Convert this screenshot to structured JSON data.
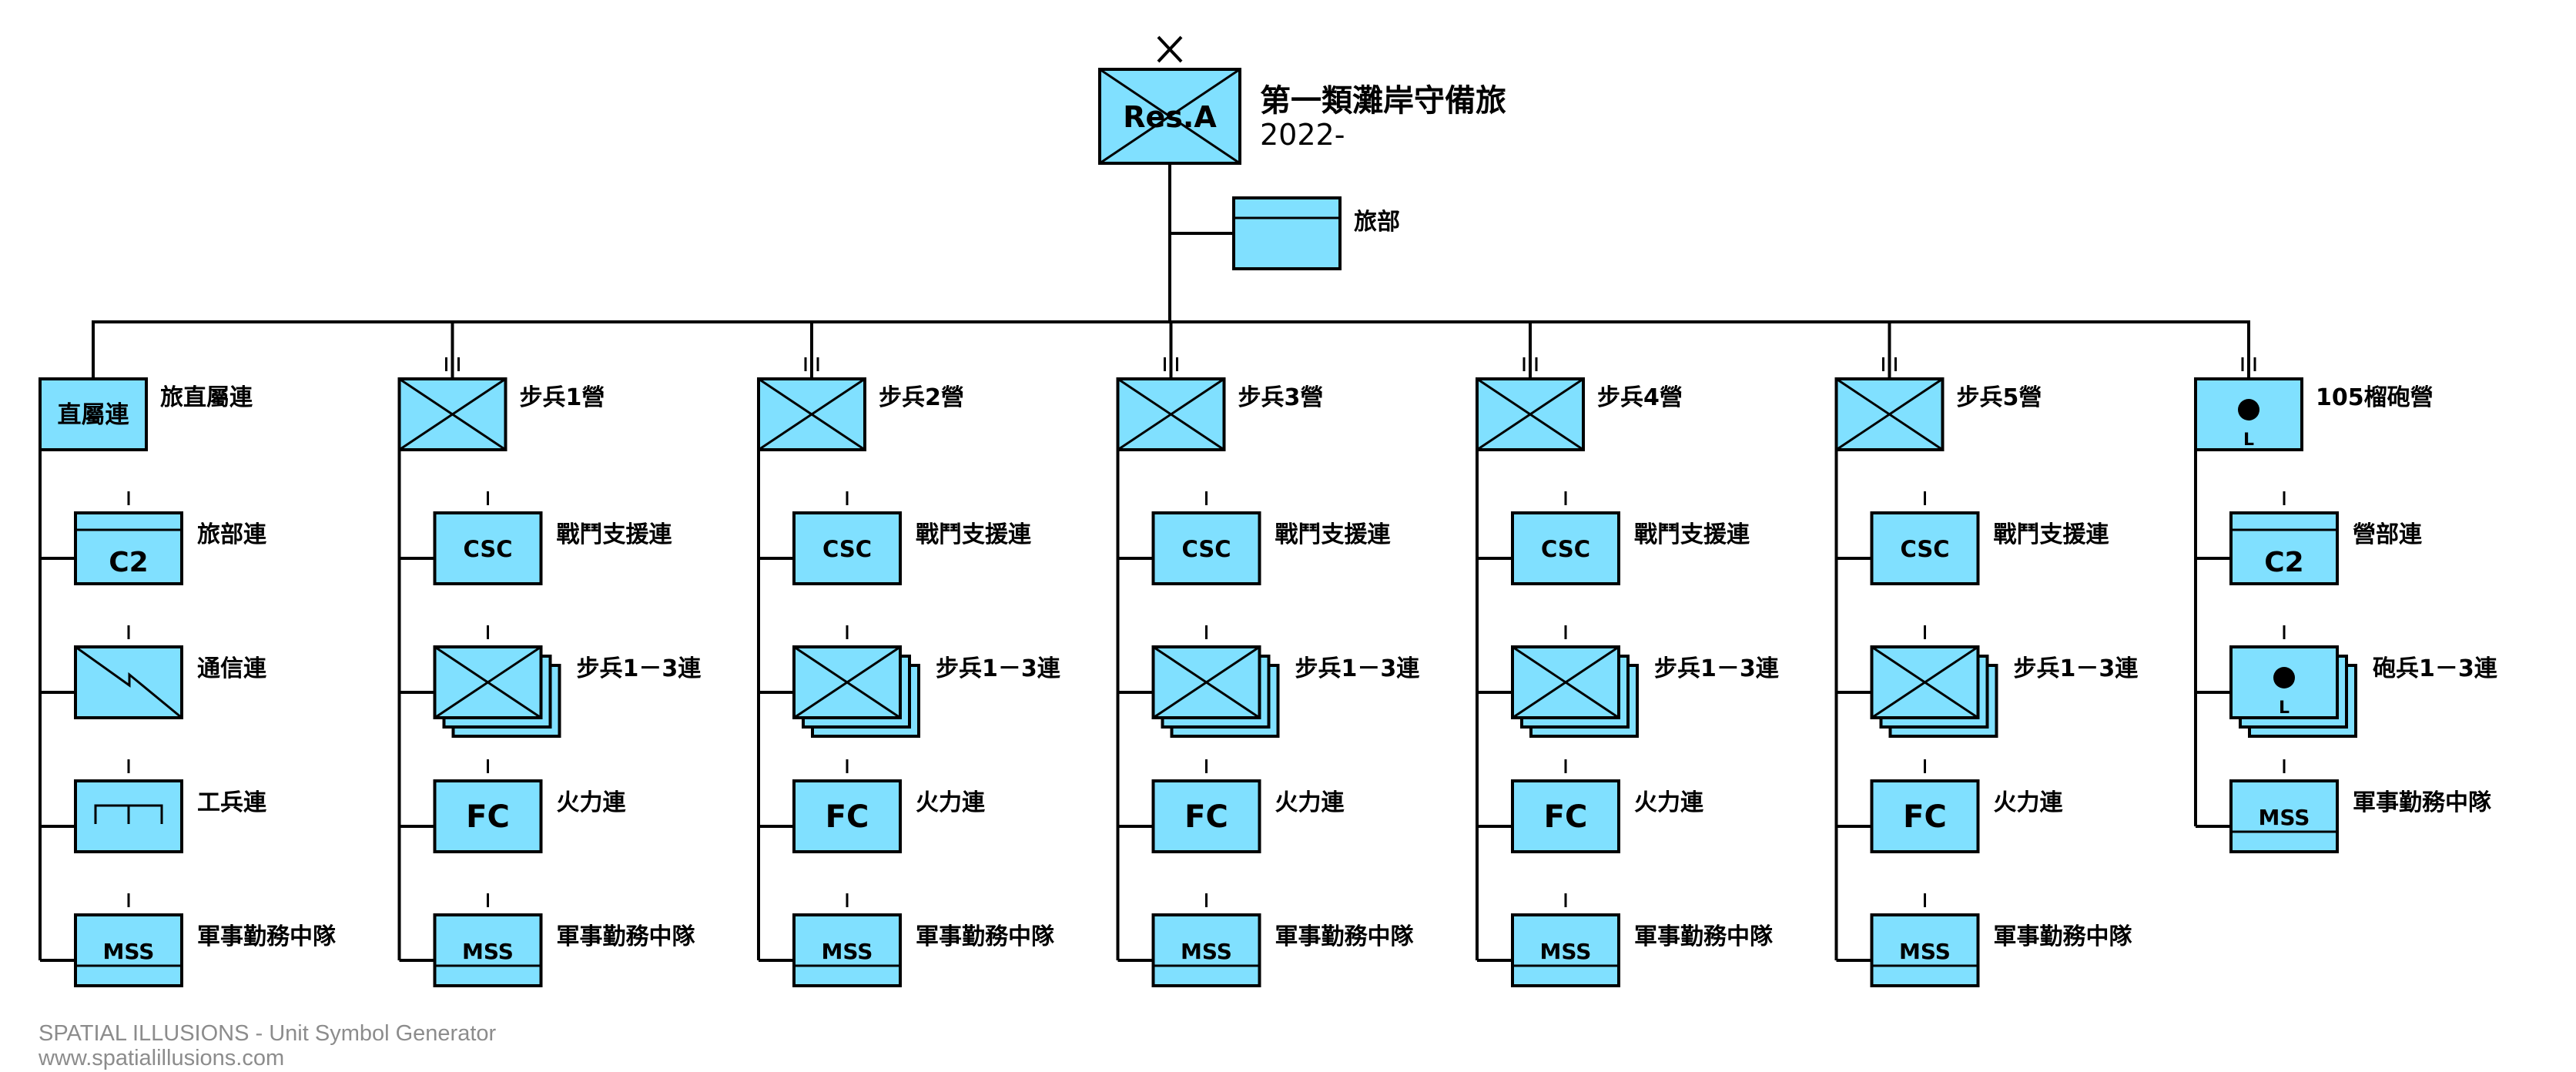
{
  "colors": {
    "fill": "#80e0ff",
    "line": "#000000",
    "footer": "#8c8c8c"
  },
  "top_unit": {
    "symbol_text": "Res.A",
    "name": "第一類灘岸守備旅",
    "years": "2022-",
    "echelon": "X"
  },
  "hq": {
    "name": "旅部"
  },
  "battalions": [
    {
      "id": "hq-co",
      "symbol": "text",
      "symbol_text": "直屬連",
      "name": "旅直屬連",
      "echelon": "",
      "subunits": [
        {
          "symbol": "c2",
          "symbol_text": "C2",
          "name": "旅部連"
        },
        {
          "symbol": "signal",
          "symbol_text": "",
          "name": "通信連"
        },
        {
          "symbol": "engineer",
          "symbol_text": "",
          "name": "工兵連"
        },
        {
          "symbol": "mss",
          "symbol_text": "MSS",
          "name": "軍事勤務中隊"
        }
      ]
    },
    {
      "id": "inf-1",
      "symbol": "infantry",
      "symbol_text": "",
      "name": "步兵1營",
      "echelon": "II",
      "subunits": [
        {
          "symbol": "csc",
          "symbol_text": "CSC",
          "name": "戰鬥支援連"
        },
        {
          "symbol": "infantry-stack",
          "symbol_text": "",
          "name": "步兵1－3連"
        },
        {
          "symbol": "fc",
          "symbol_text": "FC",
          "name": "火力連"
        },
        {
          "symbol": "mss",
          "symbol_text": "MSS",
          "name": "軍事勤務中隊"
        }
      ]
    },
    {
      "id": "inf-2",
      "symbol": "infantry",
      "symbol_text": "",
      "name": "步兵2營",
      "echelon": "II",
      "subunits": [
        {
          "symbol": "csc",
          "symbol_text": "CSC",
          "name": "戰鬥支援連"
        },
        {
          "symbol": "infantry-stack",
          "symbol_text": "",
          "name": "步兵1－3連"
        },
        {
          "symbol": "fc",
          "symbol_text": "FC",
          "name": "火力連"
        },
        {
          "symbol": "mss",
          "symbol_text": "MSS",
          "name": "軍事勤務中隊"
        }
      ]
    },
    {
      "id": "inf-3",
      "symbol": "infantry",
      "symbol_text": "",
      "name": "步兵3營",
      "echelon": "II",
      "subunits": [
        {
          "symbol": "csc",
          "symbol_text": "CSC",
          "name": "戰鬥支援連"
        },
        {
          "symbol": "infantry-stack",
          "symbol_text": "",
          "name": "步兵1－3連"
        },
        {
          "symbol": "fc",
          "symbol_text": "FC",
          "name": "火力連"
        },
        {
          "symbol": "mss",
          "symbol_text": "MSS",
          "name": "軍事勤務中隊"
        }
      ]
    },
    {
      "id": "inf-4",
      "symbol": "infantry",
      "symbol_text": "",
      "name": "步兵4營",
      "echelon": "II",
      "subunits": [
        {
          "symbol": "csc",
          "symbol_text": "CSC",
          "name": "戰鬥支援連"
        },
        {
          "symbol": "infantry-stack",
          "symbol_text": "",
          "name": "步兵1－3連"
        },
        {
          "symbol": "fc",
          "symbol_text": "FC",
          "name": "火力連"
        },
        {
          "symbol": "mss",
          "symbol_text": "MSS",
          "name": "軍事勤務中隊"
        }
      ]
    },
    {
      "id": "inf-5",
      "symbol": "infantry",
      "symbol_text": "",
      "name": "步兵5營",
      "echelon": "II",
      "subunits": [
        {
          "symbol": "csc",
          "symbol_text": "CSC",
          "name": "戰鬥支援連"
        },
        {
          "symbol": "infantry-stack",
          "symbol_text": "",
          "name": "步兵1－3連"
        },
        {
          "symbol": "fc",
          "symbol_text": "FC",
          "name": "火力連"
        },
        {
          "symbol": "mss",
          "symbol_text": "MSS",
          "name": "軍事勤務中隊"
        }
      ]
    },
    {
      "id": "how-105",
      "symbol": "artillery",
      "symbol_text": "L",
      "name": "105榴砲營",
      "echelon": "II",
      "subunits": [
        {
          "symbol": "c2",
          "symbol_text": "C2",
          "name": "營部連"
        },
        {
          "symbol": "artillery-stack",
          "symbol_text": "L",
          "name": "砲兵1－3連"
        },
        {
          "symbol": "mss",
          "symbol_text": "MSS",
          "name": "軍事勤務中隊"
        }
      ]
    }
  ],
  "footer": {
    "line1": "SPATIAL ILLUSIONS - Unit Symbol Generator",
    "line2": "www.spatialillusions.com"
  }
}
